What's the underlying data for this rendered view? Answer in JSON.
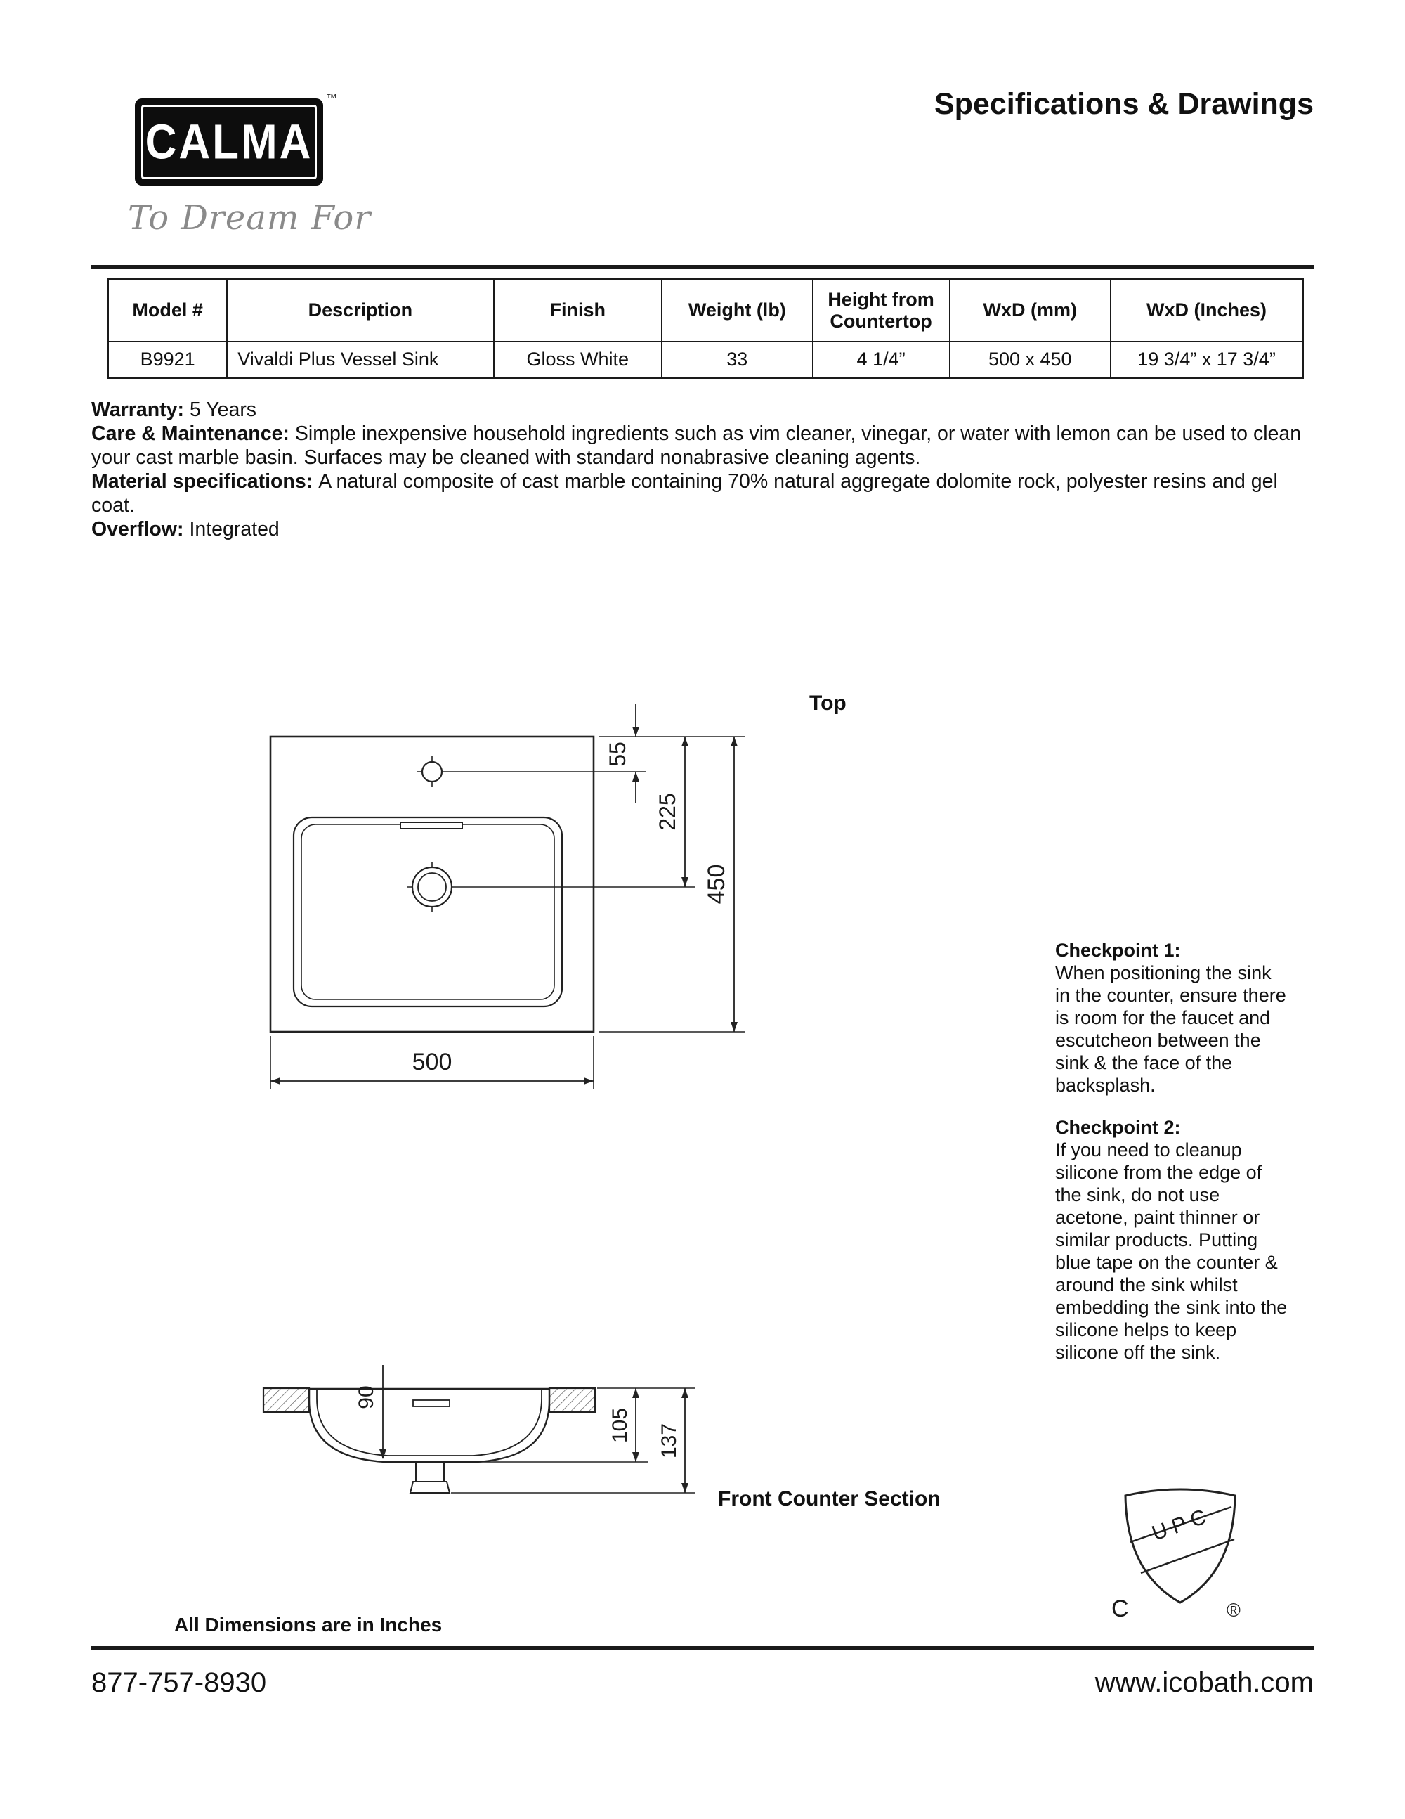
{
  "header": {
    "title": "Specifications & Drawings",
    "logo_text": "CALMA",
    "logo_tm": "™",
    "tagline": "To Dream For"
  },
  "spec_table": {
    "headers": [
      "Model #",
      "Description",
      "Finish",
      "Weight (lb)",
      "Height from Countertop",
      "WxD (mm)",
      "WxD (Inches)"
    ],
    "row": {
      "model": "B9921",
      "description": "Vivaldi Plus Vessel Sink",
      "finish": "Gloss White",
      "weight": "33",
      "height_from_countertop": "4 1/4”",
      "wxd_mm": "500 x 450",
      "wxd_inches": "19 3/4” x 17 3/4”"
    }
  },
  "notes": [
    {
      "label": "Warranty:",
      "text": "5 Years"
    },
    {
      "label": "Care & Maintenance:",
      "text": "Simple inexpensive household ingredients such as vim cleaner, vinegar, or water with lemon can be used to clean your cast marble basin. Surfaces may be cleaned with standard nonabrasive cleaning agents."
    },
    {
      "label": "Material specifications:",
      "text": "A natural composite of cast marble containing 70% natural aggregate dolomite rock, polyester resins and gel coat."
    },
    {
      "label": "Overflow:",
      "text": "Integrated"
    }
  ],
  "drawings": {
    "top_view": {
      "label": "Top",
      "dim_55": "55",
      "dim_225": "225",
      "dim_450": "450",
      "dim_500": "500"
    },
    "front_section": {
      "label": "Front Counter Section",
      "dim_90": "90",
      "dim_105": "105",
      "dim_137": "137"
    }
  },
  "checkpoints": [
    {
      "title": "Checkpoint 1:",
      "body": "When positioning the sink in the counter, ensure there is room for the faucet and escutcheon between the sink & the face of the backsplash."
    },
    {
      "title": "Checkpoint 2:",
      "body": "If you need to cleanup silicone from the edge of the sink, do not use acetone, paint thinner or similar products. Putting blue tape on the counter & around the sink whilst embedding the sink into the silicone helps to keep silicone off the sink."
    }
  ],
  "certification": {
    "mark": "UPC",
    "left": "C",
    "right": "®"
  },
  "footer": {
    "dimensions_note": "All Dimensions are in Inches",
    "phone": "877-757-8930",
    "website": "www.icobath.com"
  }
}
